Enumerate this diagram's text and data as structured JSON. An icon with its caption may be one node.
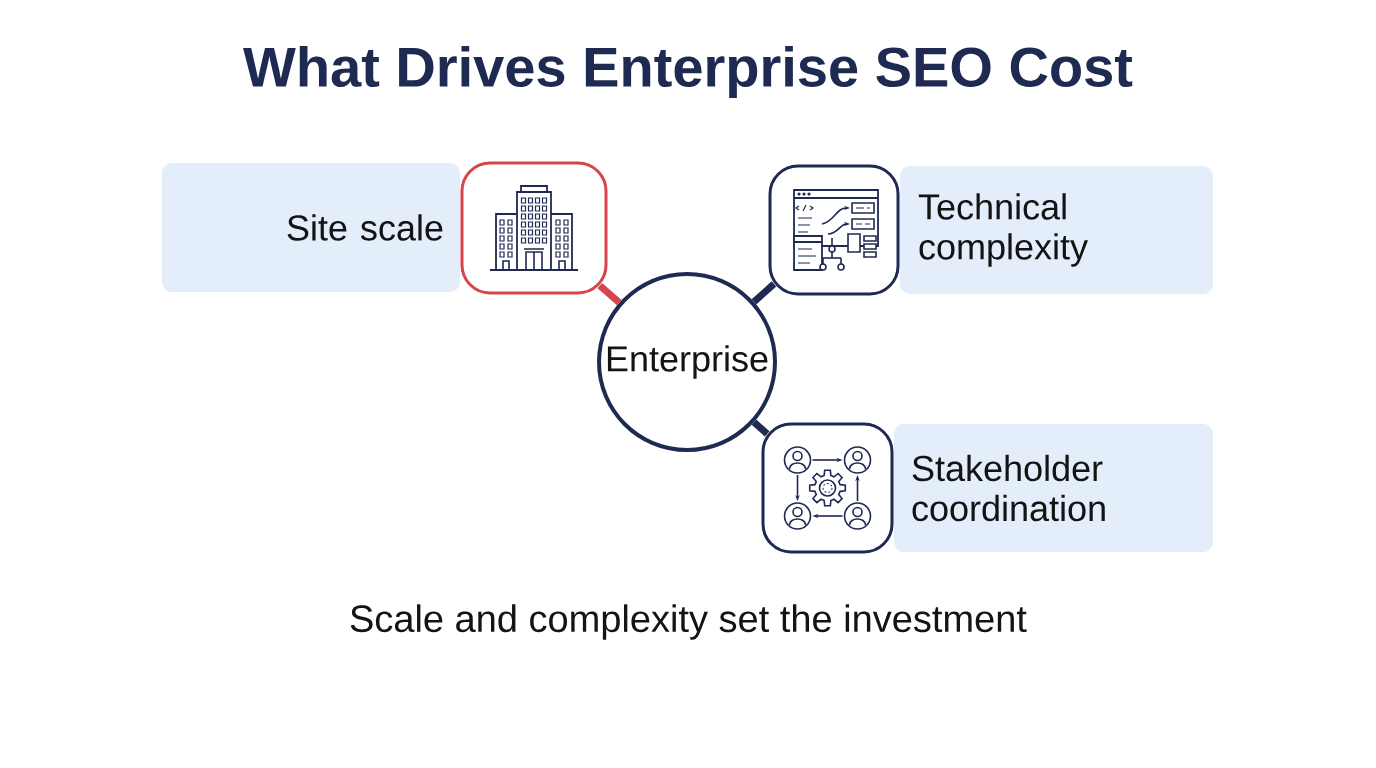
{
  "diagram": {
    "title": "What Drives Enterprise SEO Cost",
    "nodes": [
      {
        "text": [
          "Site scale"
        ]
      },
      {
        "text": [],
        "shape": "picture"
      },
      {
        "text": [
          "Technical complexity"
        ]
      },
      {
        "text": [],
        "shape": "picture"
      },
      {
        "text": [
          "Enterprise"
        ]
      },
      {
        "text": [
          "Stakeholder coordination"
        ]
      },
      {
        "text": [],
        "shape": "picture"
      }
    ],
    "edges": [
      {
        "from": 4,
        "to": 1,
        "arrow": "none",
        "color": "#d6454b"
      },
      {
        "from": 4,
        "to": 3,
        "arrow": "none"
      },
      {
        "from": 4,
        "to": 6,
        "arrow": "none"
      }
    ],
    "caption": "Scale and complexity set the investment"
  }
}
